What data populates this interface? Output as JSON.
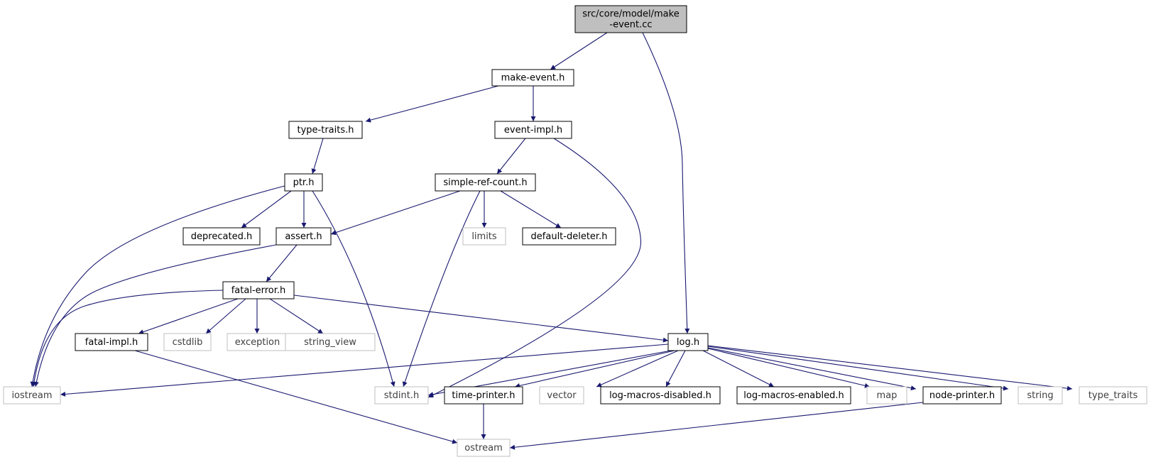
{
  "diagram": {
    "nodes": [
      {
        "id": "make_event_cc",
        "lines": [
          "src/core/model/make",
          "-event.cc"
        ],
        "kind": "root"
      },
      {
        "id": "make_event_h",
        "lines": [
          "make-event.h"
        ],
        "kind": "documented"
      },
      {
        "id": "type_traits_h",
        "lines": [
          "type-traits.h"
        ],
        "kind": "documented"
      },
      {
        "id": "event_impl_h",
        "lines": [
          "event-impl.h"
        ],
        "kind": "documented"
      },
      {
        "id": "ptr_h",
        "lines": [
          "ptr.h"
        ],
        "kind": "documented"
      },
      {
        "id": "simple_ref_count_h",
        "lines": [
          "simple-ref-count.h"
        ],
        "kind": "documented"
      },
      {
        "id": "deprecated_h",
        "lines": [
          "deprecated.h"
        ],
        "kind": "documented"
      },
      {
        "id": "assert_h",
        "lines": [
          "assert.h"
        ],
        "kind": "documented"
      },
      {
        "id": "limits",
        "lines": [
          "limits"
        ],
        "kind": "external"
      },
      {
        "id": "default_deleter_h",
        "lines": [
          "default-deleter.h"
        ],
        "kind": "documented"
      },
      {
        "id": "fatal_error_h",
        "lines": [
          "fatal-error.h"
        ],
        "kind": "documented"
      },
      {
        "id": "fatal_impl_h",
        "lines": [
          "fatal-impl.h"
        ],
        "kind": "documented"
      },
      {
        "id": "cstdlib",
        "lines": [
          "cstdlib"
        ],
        "kind": "external"
      },
      {
        "id": "exception",
        "lines": [
          "exception"
        ],
        "kind": "external"
      },
      {
        "id": "string_view",
        "lines": [
          "string_view"
        ],
        "kind": "external"
      },
      {
        "id": "log_h",
        "lines": [
          "log.h"
        ],
        "kind": "documented"
      },
      {
        "id": "iostream",
        "lines": [
          "iostream"
        ],
        "kind": "external"
      },
      {
        "id": "stdint_h",
        "lines": [
          "stdint.h"
        ],
        "kind": "external"
      },
      {
        "id": "time_printer_h",
        "lines": [
          "time-printer.h"
        ],
        "kind": "documented"
      },
      {
        "id": "vector",
        "lines": [
          "vector"
        ],
        "kind": "external"
      },
      {
        "id": "log_macros_disabled_h",
        "lines": [
          "log-macros-disabled.h"
        ],
        "kind": "documented"
      },
      {
        "id": "log_macros_enabled_h",
        "lines": [
          "log-macros-enabled.h"
        ],
        "kind": "documented"
      },
      {
        "id": "map",
        "lines": [
          "map"
        ],
        "kind": "external"
      },
      {
        "id": "node_printer_h",
        "lines": [
          "node-printer.h"
        ],
        "kind": "documented"
      },
      {
        "id": "string",
        "lines": [
          "string"
        ],
        "kind": "external"
      },
      {
        "id": "type_traits",
        "lines": [
          "type_traits"
        ],
        "kind": "external"
      },
      {
        "id": "ostream",
        "lines": [
          "ostream"
        ],
        "kind": "external"
      }
    ],
    "edges": [
      [
        "make_event_cc",
        "make_event_h"
      ],
      [
        "make_event_cc",
        "log_h"
      ],
      [
        "make_event_h",
        "type_traits_h"
      ],
      [
        "make_event_h",
        "event_impl_h"
      ],
      [
        "type_traits_h",
        "ptr_h"
      ],
      [
        "event_impl_h",
        "simple_ref_count_h"
      ],
      [
        "event_impl_h",
        "stdint_h"
      ],
      [
        "ptr_h",
        "iostream"
      ],
      [
        "ptr_h",
        "deprecated_h"
      ],
      [
        "ptr_h",
        "assert_h"
      ],
      [
        "ptr_h",
        "stdint_h"
      ],
      [
        "simple_ref_count_h",
        "assert_h"
      ],
      [
        "simple_ref_count_h",
        "stdint_h"
      ],
      [
        "simple_ref_count_h",
        "limits"
      ],
      [
        "simple_ref_count_h",
        "default_deleter_h"
      ],
      [
        "assert_h",
        "iostream"
      ],
      [
        "assert_h",
        "fatal_error_h"
      ],
      [
        "fatal_error_h",
        "iostream"
      ],
      [
        "fatal_error_h",
        "fatal_impl_h"
      ],
      [
        "fatal_error_h",
        "cstdlib"
      ],
      [
        "fatal_error_h",
        "exception"
      ],
      [
        "fatal_error_h",
        "string_view"
      ],
      [
        "fatal_error_h",
        "log_h"
      ],
      [
        "fatal_impl_h",
        "ostream"
      ],
      [
        "log_h",
        "iostream"
      ],
      [
        "log_h",
        "stdint_h"
      ],
      [
        "log_h",
        "time_printer_h"
      ],
      [
        "log_h",
        "vector"
      ],
      [
        "log_h",
        "log_macros_disabled_h"
      ],
      [
        "log_h",
        "log_macros_enabled_h"
      ],
      [
        "log_h",
        "map"
      ],
      [
        "log_h",
        "node_printer_h"
      ],
      [
        "log_h",
        "string"
      ],
      [
        "log_h",
        "type_traits"
      ],
      [
        "time_printer_h",
        "ostream"
      ],
      [
        "node_printer_h",
        "ostream"
      ]
    ],
    "colors": {
      "edge": "#191970",
      "root_fill": "#bfbfbf",
      "documented_border": "#000000",
      "external_border": "#bfbfbf",
      "external_text": "#404040",
      "text": "#000000"
    }
  }
}
